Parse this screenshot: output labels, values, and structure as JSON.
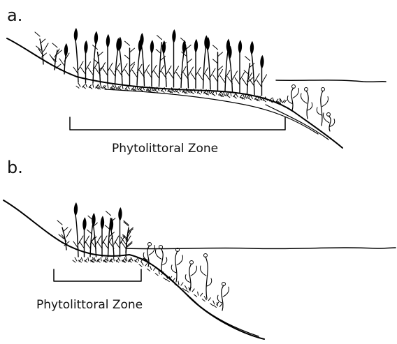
{
  "panels": [
    {
      "letter": "a.",
      "zone_label": "Phytolittoral Zone"
    },
    {
      "letter": "b.",
      "zone_label": "Phytolittoral Zone"
    }
  ],
  "icons": [
    "emergent-plant-icon",
    "submerged-plant-icon",
    "sediment-debris-icon"
  ],
  "colors": {
    "ink": "#000000",
    "background": "#ffffff"
  }
}
